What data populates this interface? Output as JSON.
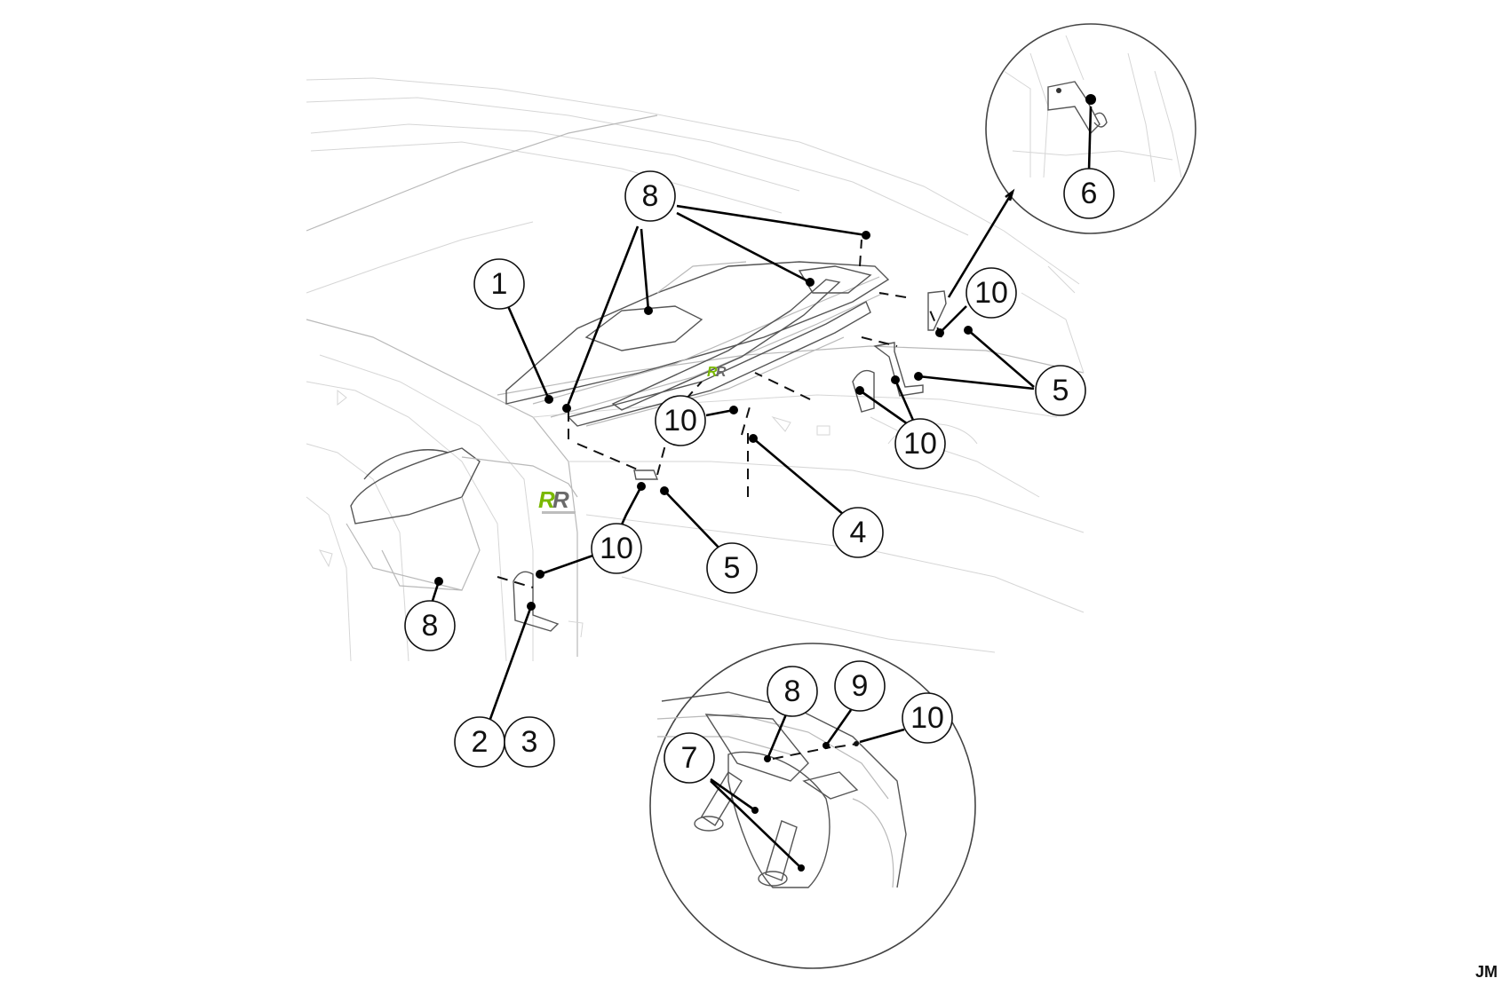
{
  "callouts": {
    "c1": "1",
    "c2": "2",
    "c3": "3",
    "c4": "4",
    "c5a": "5",
    "c5b": "5",
    "c6": "6",
    "c7": "7",
    "c8top": "8",
    "c8left": "8",
    "c8inset": "8",
    "c9": "9",
    "c10topright": "10",
    "c10center": "10",
    "c10right": "10",
    "c10lower": "10",
    "c10inset": "10"
  },
  "author_mark": "JM",
  "colors": {
    "line": "#111111",
    "sketch": "#b9b9b9",
    "logo_green": "#7ab800"
  }
}
